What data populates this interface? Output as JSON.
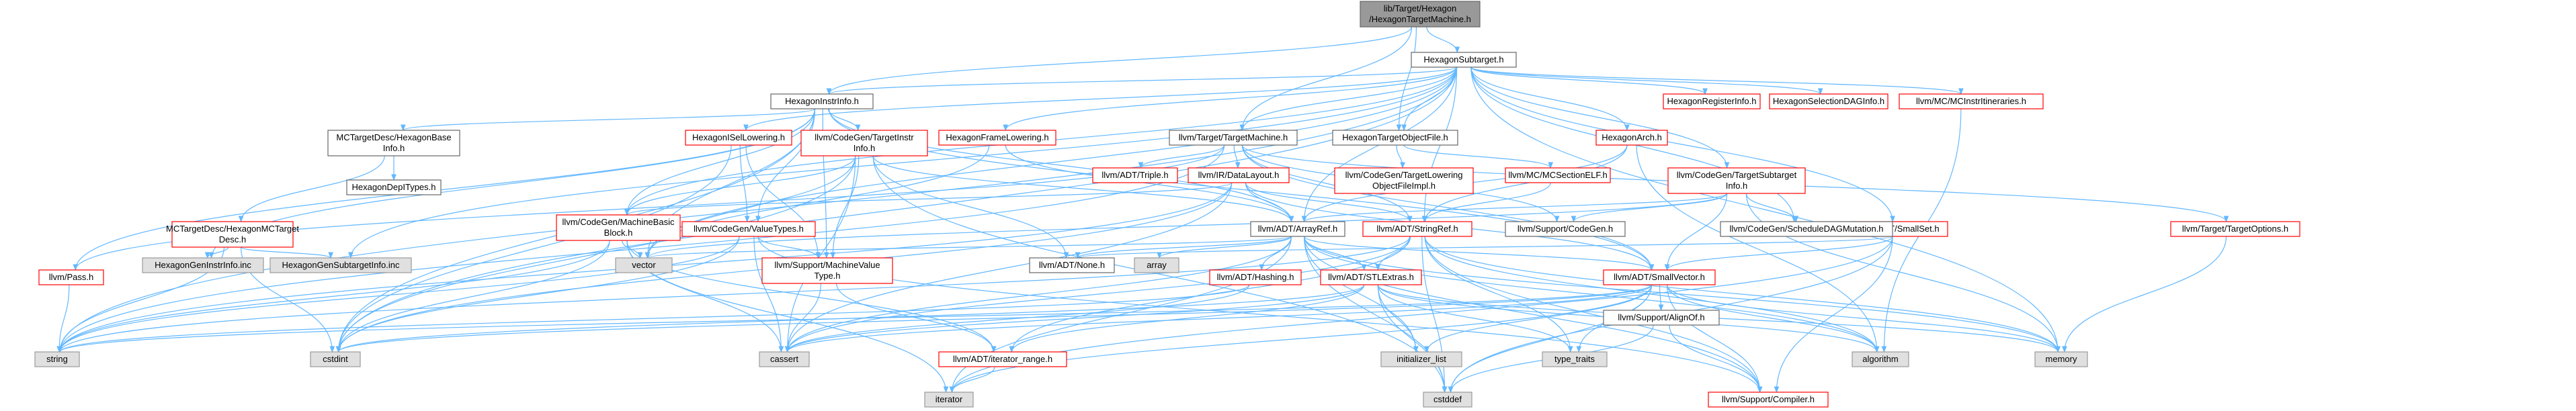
{
  "diagram": {
    "colors": {
      "root_fill": "#999999",
      "normal_fill": "#ffffff",
      "normal_border": "#666666",
      "undocumented_border": "#ff0000",
      "system_fill": "#e0e0e0",
      "system_border": "#999999",
      "edge": "#63b8ff",
      "text": "#000000"
    },
    "nodes": [
      {
        "id": "root",
        "lines": [
          "lib/Target/Hexagon",
          "/HexagonTargetMachine.h"
        ],
        "style": "root"
      },
      {
        "id": "subtarget",
        "lines": [
          "HexagonSubtarget.h"
        ],
        "style": "normal"
      },
      {
        "id": "instrinfo",
        "lines": [
          "HexagonInstrInfo.h"
        ],
        "style": "normal"
      },
      {
        "id": "targetmachine",
        "lines": [
          "llvm/Target/TargetMachine.h"
        ],
        "style": "normal"
      },
      {
        "id": "tobjfile",
        "lines": [
          "HexagonTargetObjectFile.h"
        ],
        "style": "normal"
      },
      {
        "id": "reginfo",
        "lines": [
          "HexagonRegisterInfo.h"
        ],
        "style": "red"
      },
      {
        "id": "seldaginfo",
        "lines": [
          "HexagonSelectionDAGInfo.h"
        ],
        "style": "red"
      },
      {
        "id": "mcitin",
        "lines": [
          "llvm/MC/MCInstrItineraries.h"
        ],
        "style": "red"
      },
      {
        "id": "mcbaseinfo",
        "lines": [
          "MCTargetDesc/HexagonBase",
          "Info.h"
        ],
        "style": "normal"
      },
      {
        "id": "isellowering",
        "lines": [
          "HexagonISelLowering.h"
        ],
        "style": "red"
      },
      {
        "id": "cgtii",
        "lines": [
          "llvm/CodeGen/TargetInstr",
          "Info.h"
        ],
        "style": "red"
      },
      {
        "id": "framelowering",
        "lines": [
          "HexagonFrameLowering.h"
        ],
        "style": "red"
      },
      {
        "id": "triple",
        "lines": [
          "llvm/ADT/Triple.h"
        ],
        "style": "red"
      },
      {
        "id": "datalayout",
        "lines": [
          "llvm/IR/DataLayout.h"
        ],
        "style": "red"
      },
      {
        "id": "tlof",
        "lines": [
          "llvm/CodeGen/TargetLowering",
          "ObjectFileImpl.h"
        ],
        "style": "red"
      },
      {
        "id": "mcselelf",
        "lines": [
          "llvm/MC/MCSectionELF.h"
        ],
        "style": "red"
      },
      {
        "id": "hexarch",
        "lines": [
          "HexagonArch.h"
        ],
        "style": "red"
      },
      {
        "id": "cgtsi",
        "lines": [
          "llvm/CodeGen/TargetSubtarget",
          "Info.h"
        ],
        "style": "red"
      },
      {
        "id": "smallset",
        "lines": [
          "llvm/ADT/SmallSet.h"
        ],
        "style": "red"
      },
      {
        "id": "targetopts",
        "lines": [
          "llvm/Target/TargetOptions.h"
        ],
        "style": "red"
      },
      {
        "id": "pass",
        "lines": [
          "llvm/Pass.h"
        ],
        "style": "red"
      },
      {
        "id": "mctd",
        "lines": [
          "MCTargetDesc/HexagonMCTarget",
          "Desc.h"
        ],
        "style": "red"
      },
      {
        "id": "depttypes",
        "lines": [
          "HexagonDepITypes.h"
        ],
        "style": "normal"
      },
      {
        "id": "mbb",
        "lines": [
          "llvm/CodeGen/MachineBasic",
          "Block.h"
        ],
        "style": "red"
      },
      {
        "id": "valuetypes",
        "lines": [
          "llvm/CodeGen/ValueTypes.h"
        ],
        "style": "red"
      },
      {
        "id": "arrayref",
        "lines": [
          "llvm/ADT/ArrayRef.h"
        ],
        "style": "normal"
      },
      {
        "id": "stringref",
        "lines": [
          "llvm/ADT/StringRef.h"
        ],
        "style": "red"
      },
      {
        "id": "supportcg",
        "lines": [
          "llvm/Support/CodeGen.h"
        ],
        "style": "normal"
      },
      {
        "id": "schedmut",
        "lines": [
          "llvm/CodeGen/ScheduleDAGMutation.h"
        ],
        "style": "normal"
      },
      {
        "id": "geninstr",
        "lines": [
          "HexagonGenInstrInfo.inc"
        ],
        "style": "system"
      },
      {
        "id": "gensub",
        "lines": [
          "HexagonGenSubtargetInfo.inc"
        ],
        "style": "system"
      },
      {
        "id": "mvt",
        "lines": [
          "llvm/Support/MachineValue",
          "Type.h"
        ],
        "style": "red"
      },
      {
        "id": "vector",
        "lines": [
          "vector"
        ],
        "style": "system"
      },
      {
        "id": "none",
        "lines": [
          "llvm/ADT/None.h"
        ],
        "style": "normal"
      },
      {
        "id": "array",
        "lines": [
          "array"
        ],
        "style": "system"
      },
      {
        "id": "hashing",
        "lines": [
          "llvm/ADT/Hashing.h"
        ],
        "style": "red"
      },
      {
        "id": "stlextras",
        "lines": [
          "llvm/ADT/STLExtras.h"
        ],
        "style": "red"
      },
      {
        "id": "smallvector",
        "lines": [
          "llvm/ADT/SmallVector.h"
        ],
        "style": "red"
      },
      {
        "id": "string",
        "lines": [
          "string"
        ],
        "style": "system"
      },
      {
        "id": "cstdint",
        "lines": [
          "cstdint"
        ],
        "style": "system"
      },
      {
        "id": "cassert",
        "lines": [
          "cassert"
        ],
        "style": "system"
      },
      {
        "id": "iterrange",
        "lines": [
          "llvm/ADT/iterator_range.h"
        ],
        "style": "red"
      },
      {
        "id": "initlist",
        "lines": [
          "initializer_list"
        ],
        "style": "system"
      },
      {
        "id": "typetraits",
        "lines": [
          "type_traits"
        ],
        "style": "system"
      },
      {
        "id": "alignof",
        "lines": [
          "llvm/Support/AlignOf.h"
        ],
        "style": "normal"
      },
      {
        "id": "algorithm",
        "lines": [
          "algorithm"
        ],
        "style": "system"
      },
      {
        "id": "memory",
        "lines": [
          "memory"
        ],
        "style": "system"
      },
      {
        "id": "iterator",
        "lines": [
          "iterator"
        ],
        "style": "system"
      },
      {
        "id": "cstddef",
        "lines": [
          "cstddef"
        ],
        "style": "system"
      },
      {
        "id": "compiler",
        "lines": [
          "llvm/Support/Compiler.h"
        ],
        "style": "red"
      }
    ],
    "edges": [
      [
        "root",
        "subtarget"
      ],
      [
        "root",
        "instrinfo"
      ],
      [
        "root",
        "targetmachine"
      ],
      [
        "root",
        "tobjfile"
      ],
      [
        "subtarget",
        "instrinfo"
      ],
      [
        "subtarget",
        "targetmachine"
      ],
      [
        "subtarget",
        "tobjfile"
      ],
      [
        "subtarget",
        "reginfo"
      ],
      [
        "subtarget",
        "seldaginfo"
      ],
      [
        "subtarget",
        "mcitin"
      ],
      [
        "subtarget",
        "hexarch"
      ],
      [
        "subtarget",
        "cgtsi"
      ],
      [
        "subtarget",
        "smallset"
      ],
      [
        "subtarget",
        "isellowering"
      ],
      [
        "subtarget",
        "framelowering"
      ],
      [
        "subtarget",
        "mbb"
      ],
      [
        "subtarget",
        "schedmut"
      ],
      [
        "subtarget",
        "gensub"
      ],
      [
        "subtarget",
        "vector"
      ],
      [
        "subtarget",
        "string"
      ],
      [
        "subtarget",
        "memory"
      ],
      [
        "subtarget",
        "arrayref"
      ],
      [
        "subtarget",
        "stringref"
      ],
      [
        "subtarget",
        "cstdint"
      ],
      [
        "instrinfo",
        "mcbaseinfo"
      ],
      [
        "instrinfo",
        "cgtii"
      ],
      [
        "instrinfo",
        "mbb"
      ],
      [
        "instrinfo",
        "valuetypes"
      ],
      [
        "instrinfo",
        "arrayref"
      ],
      [
        "instrinfo",
        "smallvector"
      ],
      [
        "instrinfo",
        "geninstr"
      ],
      [
        "instrinfo",
        "pass"
      ],
      [
        "instrinfo",
        "cstdint"
      ],
      [
        "instrinfo",
        "vector"
      ],
      [
        "instrinfo",
        "mvt"
      ],
      [
        "targetmachine",
        "triple"
      ],
      [
        "targetmachine",
        "datalayout"
      ],
      [
        "targetmachine",
        "stringref"
      ],
      [
        "targetmachine",
        "supportcg"
      ],
      [
        "targetmachine",
        "targetopts"
      ],
      [
        "targetmachine",
        "string"
      ],
      [
        "targetmachine",
        "smallvector"
      ],
      [
        "targetmachine",
        "pass"
      ],
      [
        "tobjfile",
        "tlof"
      ],
      [
        "tobjfile",
        "mcselelf"
      ],
      [
        "mcbaseinfo",
        "mctd"
      ],
      [
        "mcbaseinfo",
        "depttypes"
      ],
      [
        "mctd",
        "geninstr"
      ],
      [
        "mctd",
        "gensub"
      ],
      [
        "mctd",
        "string"
      ],
      [
        "mctd",
        "cstdint"
      ],
      [
        "isellowering",
        "valuetypes"
      ],
      [
        "isellowering",
        "mvt"
      ],
      [
        "isellowering",
        "cstdint"
      ],
      [
        "cgtii",
        "arrayref"
      ],
      [
        "cgtii",
        "none"
      ],
      [
        "cgtii",
        "vector"
      ],
      [
        "cgtii",
        "mvt"
      ],
      [
        "cgtii",
        "cassert"
      ],
      [
        "cgtii",
        "cstddef"
      ],
      [
        "cgtii",
        "cstdint"
      ],
      [
        "cgtii",
        "mbb"
      ],
      [
        "framelowering",
        "arrayref"
      ],
      [
        "framelowering",
        "vector"
      ],
      [
        "datalayout",
        "arrayref"
      ],
      [
        "datalayout",
        "stringref"
      ],
      [
        "datalayout",
        "smallvector"
      ],
      [
        "datalayout",
        "string"
      ],
      [
        "datalayout",
        "cassert"
      ],
      [
        "datalayout",
        "cstdint"
      ],
      [
        "datalayout",
        "mbb"
      ],
      [
        "mcselelf",
        "stringref"
      ],
      [
        "hexarch",
        "stringref"
      ],
      [
        "hexarch",
        "arrayref"
      ],
      [
        "hexarch",
        "algorithm"
      ],
      [
        "cgtsi",
        "arrayref"
      ],
      [
        "cgtsi",
        "smallvector"
      ],
      [
        "cgtsi",
        "supportcg"
      ],
      [
        "cgtsi",
        "schedmut"
      ],
      [
        "cgtsi",
        "memory"
      ],
      [
        "cgtsi",
        "vector"
      ],
      [
        "smallset",
        "smallvector"
      ],
      [
        "smallset",
        "none"
      ],
      [
        "smallset",
        "compiler"
      ],
      [
        "smallset",
        "cstddef"
      ],
      [
        "smallset",
        "iterator"
      ],
      [
        "targetopts",
        "memory"
      ],
      [
        "mcitin",
        "algorithm"
      ],
      [
        "pass",
        "string"
      ],
      [
        "mbb",
        "iterrange"
      ],
      [
        "mbb",
        "string"
      ],
      [
        "mbb",
        "cstdint"
      ],
      [
        "mbb",
        "cassert"
      ],
      [
        "mbb",
        "iterator"
      ],
      [
        "mbb",
        "vector"
      ],
      [
        "valuetypes",
        "mvt"
      ],
      [
        "valuetypes",
        "cassert"
      ],
      [
        "valuetypes",
        "cstdint"
      ],
      [
        "valuetypes",
        "string"
      ],
      [
        "valuetypes",
        "compiler"
      ],
      [
        "mvt",
        "cassert"
      ],
      [
        "mvt",
        "iterrange"
      ],
      [
        "arrayref",
        "hashing"
      ],
      [
        "arrayref",
        "none"
      ],
      [
        "arrayref",
        "smallvector"
      ],
      [
        "arrayref",
        "stlextras"
      ],
      [
        "arrayref",
        "compiler"
      ],
      [
        "arrayref",
        "algorithm"
      ],
      [
        "arrayref",
        "array"
      ],
      [
        "arrayref",
        "cassert"
      ],
      [
        "arrayref",
        "cstddef"
      ],
      [
        "arrayref",
        "initlist"
      ],
      [
        "arrayref",
        "iterator"
      ],
      [
        "arrayref",
        "memory"
      ],
      [
        "arrayref",
        "type_traits_dummy"
      ],
      [
        "arrayref",
        "vector"
      ],
      [
        "stringref",
        "stlextras"
      ],
      [
        "stringref",
        "iterrange"
      ],
      [
        "stringref",
        "compiler"
      ],
      [
        "stringref",
        "algorithm"
      ],
      [
        "stringref",
        "cassert"
      ],
      [
        "stringref",
        "cstddef"
      ],
      [
        "stringref",
        "string"
      ],
      [
        "stringref",
        "typetraits"
      ],
      [
        "stringref",
        "memory"
      ],
      [
        "hashing",
        "cassert"
      ],
      [
        "hashing",
        "string"
      ],
      [
        "stlextras",
        "iterrange"
      ],
      [
        "stlextras",
        "cassert"
      ],
      [
        "stlextras",
        "initlist"
      ],
      [
        "stlextras",
        "typetraits"
      ],
      [
        "stlextras",
        "algorithm"
      ],
      [
        "stlextras",
        "memory"
      ],
      [
        "stlextras",
        "cstddef"
      ],
      [
        "stlextras",
        "cstdint"
      ],
      [
        "smallvector",
        "alignof"
      ],
      [
        "smallvector",
        "compiler"
      ],
      [
        "smallvector",
        "algorithm"
      ],
      [
        "smallvector",
        "cassert"
      ],
      [
        "smallvector",
        "cstddef"
      ],
      [
        "smallvector",
        "cstdint"
      ],
      [
        "smallvector",
        "initlist"
      ],
      [
        "smallvector",
        "iterator"
      ],
      [
        "smallvector",
        "memory"
      ],
      [
        "smallvector",
        "typetraits"
      ],
      [
        "smallvector",
        "string"
      ],
      [
        "alignof",
        "compiler"
      ],
      [
        "alignof",
        "cstddef"
      ],
      [
        "iterrange",
        "iterator"
      ]
    ]
  }
}
